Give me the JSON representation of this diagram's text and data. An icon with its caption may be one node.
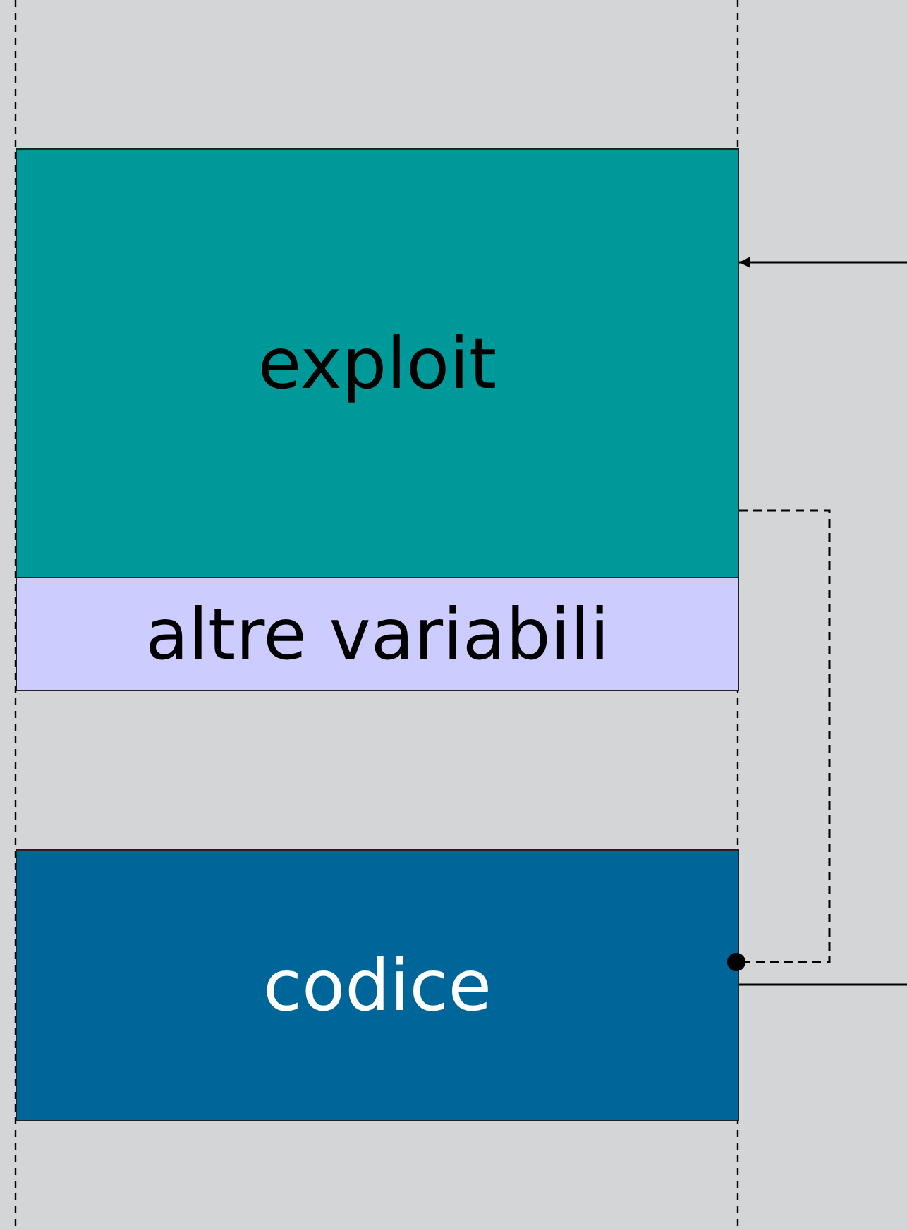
{
  "diagram": {
    "nodes": [
      {
        "text": [
          "exploit"
        ]
      },
      {
        "text": [
          "altre variabili"
        ]
      },
      {
        "text": [
          "codice"
        ]
      }
    ],
    "edges": [
      {
        "from": null,
        "to": 0,
        "arrow": "to"
      },
      {
        "from": 0,
        "to": 2,
        "arrow": "other",
        "style": "dashed"
      },
      {
        "from": 2,
        "to": null,
        "arrow": "none"
      }
    ]
  }
}
